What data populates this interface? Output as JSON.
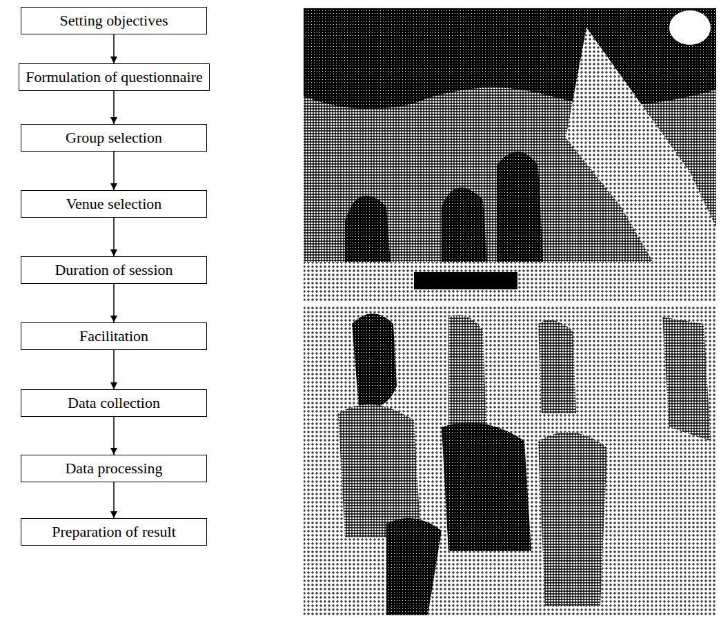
{
  "diagram": {
    "nodes": [
      {
        "text": [
          "Setting objectives"
        ]
      },
      {
        "text": [
          "Formulation of questionnaire"
        ]
      },
      {
        "text": [
          "Group selection"
        ]
      },
      {
        "text": [
          "Venue selection"
        ]
      },
      {
        "text": [
          "Duration of session"
        ]
      },
      {
        "text": [
          "Facilitation"
        ]
      },
      {
        "text": [
          "Data collection"
        ]
      },
      {
        "text": [
          "Data processing"
        ]
      },
      {
        "text": [
          "Preparation of result"
        ]
      }
    ],
    "edges": [
      {
        "from": 0,
        "to": 1,
        "arrow": "to"
      },
      {
        "from": 1,
        "to": 2,
        "arrow": "to"
      },
      {
        "from": 2,
        "to": 3,
        "arrow": "to"
      },
      {
        "from": 3,
        "to": 4,
        "arrow": "to"
      },
      {
        "from": 4,
        "to": 5,
        "arrow": "to"
      },
      {
        "from": 5,
        "to": 6,
        "arrow": "to"
      },
      {
        "from": 6,
        "to": 7,
        "arrow": "to"
      },
      {
        "from": 7,
        "to": 8,
        "arrow": "to"
      }
    ]
  }
}
